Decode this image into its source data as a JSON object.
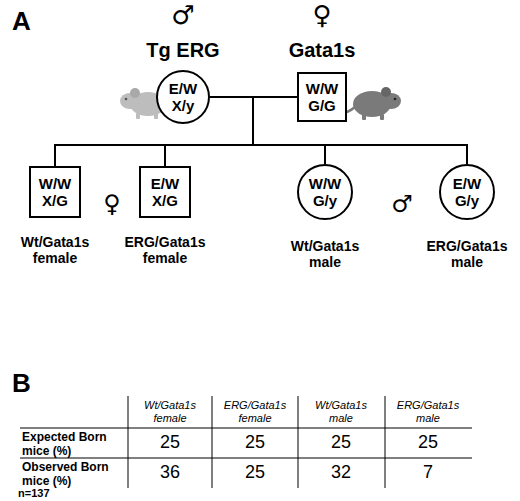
{
  "diagram": {
    "nodes": [
      {
        "text": [
          "E/W",
          "X/y"
        ]
      },
      {
        "text": [
          "W/W",
          "G/G"
        ]
      },
      {
        "text": [
          "W/W",
          "X/G",
          "Wt/Gata1s female"
        ]
      },
      {
        "text": [
          "E/W",
          "X/G",
          "ERG/Gata1s female"
        ]
      },
      {
        "text": [
          "W/W",
          "G/y",
          "Wt/Gata1s male"
        ]
      },
      {
        "text": [
          "E/W",
          "G/y",
          "ERG/Gata1s male"
        ]
      }
    ],
    "edges": [
      {
        "from": 0,
        "to": 1,
        "arrow": "none"
      },
      {
        "from": 0,
        "to": 2,
        "arrow": "none"
      },
      {
        "from": 0,
        "to": 3,
        "arrow": "none"
      },
      {
        "from": 0,
        "to": 4,
        "arrow": "none"
      },
      {
        "from": 0,
        "to": 5,
        "arrow": "none"
      },
      {
        "from": 1,
        "to": 2,
        "arrow": "none"
      },
      {
        "from": 1,
        "to": 3,
        "arrow": "none"
      },
      {
        "from": 1,
        "to": 4,
        "arrow": "none"
      },
      {
        "from": 1,
        "to": 5,
        "arrow": "none"
      }
    ],
    "labels": [
      "A",
      "♂",
      "Tg ERG",
      "♀",
      "Gata1s",
      "♀",
      "♂",
      "B",
      "Wt/Gata1s female",
      "ERG/Gata1s female",
      "Wt/Gata1s male",
      "ERG/Gata1s male",
      "Expected Born mice (%)",
      "25",
      "25",
      "25",
      "25",
      "Observed Born mice (%)",
      "36",
      "25",
      "32",
      "7",
      "n=137"
    ]
  }
}
